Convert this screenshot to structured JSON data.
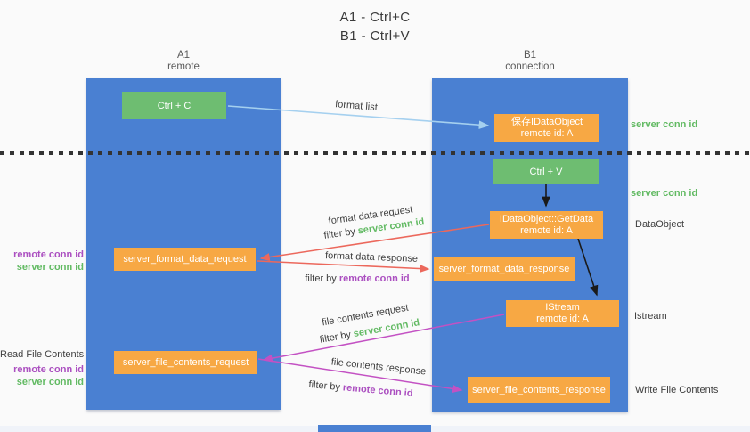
{
  "title": {
    "line1": "A1 - Ctrl+C",
    "line2": "B1 - Ctrl+V"
  },
  "columns": {
    "a1": {
      "name": "A1",
      "subtitle": "remote"
    },
    "b1": {
      "name": "B1",
      "subtitle": "connection"
    }
  },
  "nodes": {
    "ctrl_c": {
      "label": "Ctrl + C"
    },
    "ctrl_v": {
      "label": "Ctrl + V"
    },
    "save_idataobject": {
      "line1": "保存IDataObject",
      "line2": "remote id: A"
    },
    "getdata": {
      "line1": "IDataObject::GetData",
      "line2": "remote id: A"
    },
    "istream": {
      "line1": "IStream",
      "line2": "remote id: A"
    },
    "server_format_data_request": {
      "label": "server_format_data_request"
    },
    "server_format_data_response": {
      "label": "server_format_data_response"
    },
    "server_file_contents_request": {
      "label": "server_file_contents_request"
    },
    "server_file_contents_response": {
      "label": "server_file_contents_response"
    }
  },
  "arrow_labels": {
    "format_list": "format list",
    "format_data_request": "format data request",
    "format_data_response": "format data response",
    "file_contents_request": "file contents request",
    "file_contents_response": "file contents response",
    "filter_by": "filter by",
    "server_conn_id": "server conn id",
    "remote_conn_id": "remote conn id"
  },
  "side_labels": {
    "server_conn_id_top": "server conn id",
    "server_conn_id_mid": "server conn id",
    "dataobject": "DataObject",
    "istream": "Istream",
    "read_file_contents": "Read File Contents",
    "write_file_contents": "Write File Contents",
    "remote_conn_id": "remote conn id",
    "server_conn_id": "server conn id"
  },
  "colors": {
    "column_blue": "#4a80d2",
    "node_green": "#6ebd71",
    "node_orange": "#f7a844",
    "accent_green": "#62ba63",
    "accent_purple": "#ab4fc0",
    "arrow_red": "#ec685c",
    "arrow_magenta": "#c351c3",
    "arrow_lightblue": "#a5d0ef",
    "arrow_black": "#1a1a1a"
  }
}
